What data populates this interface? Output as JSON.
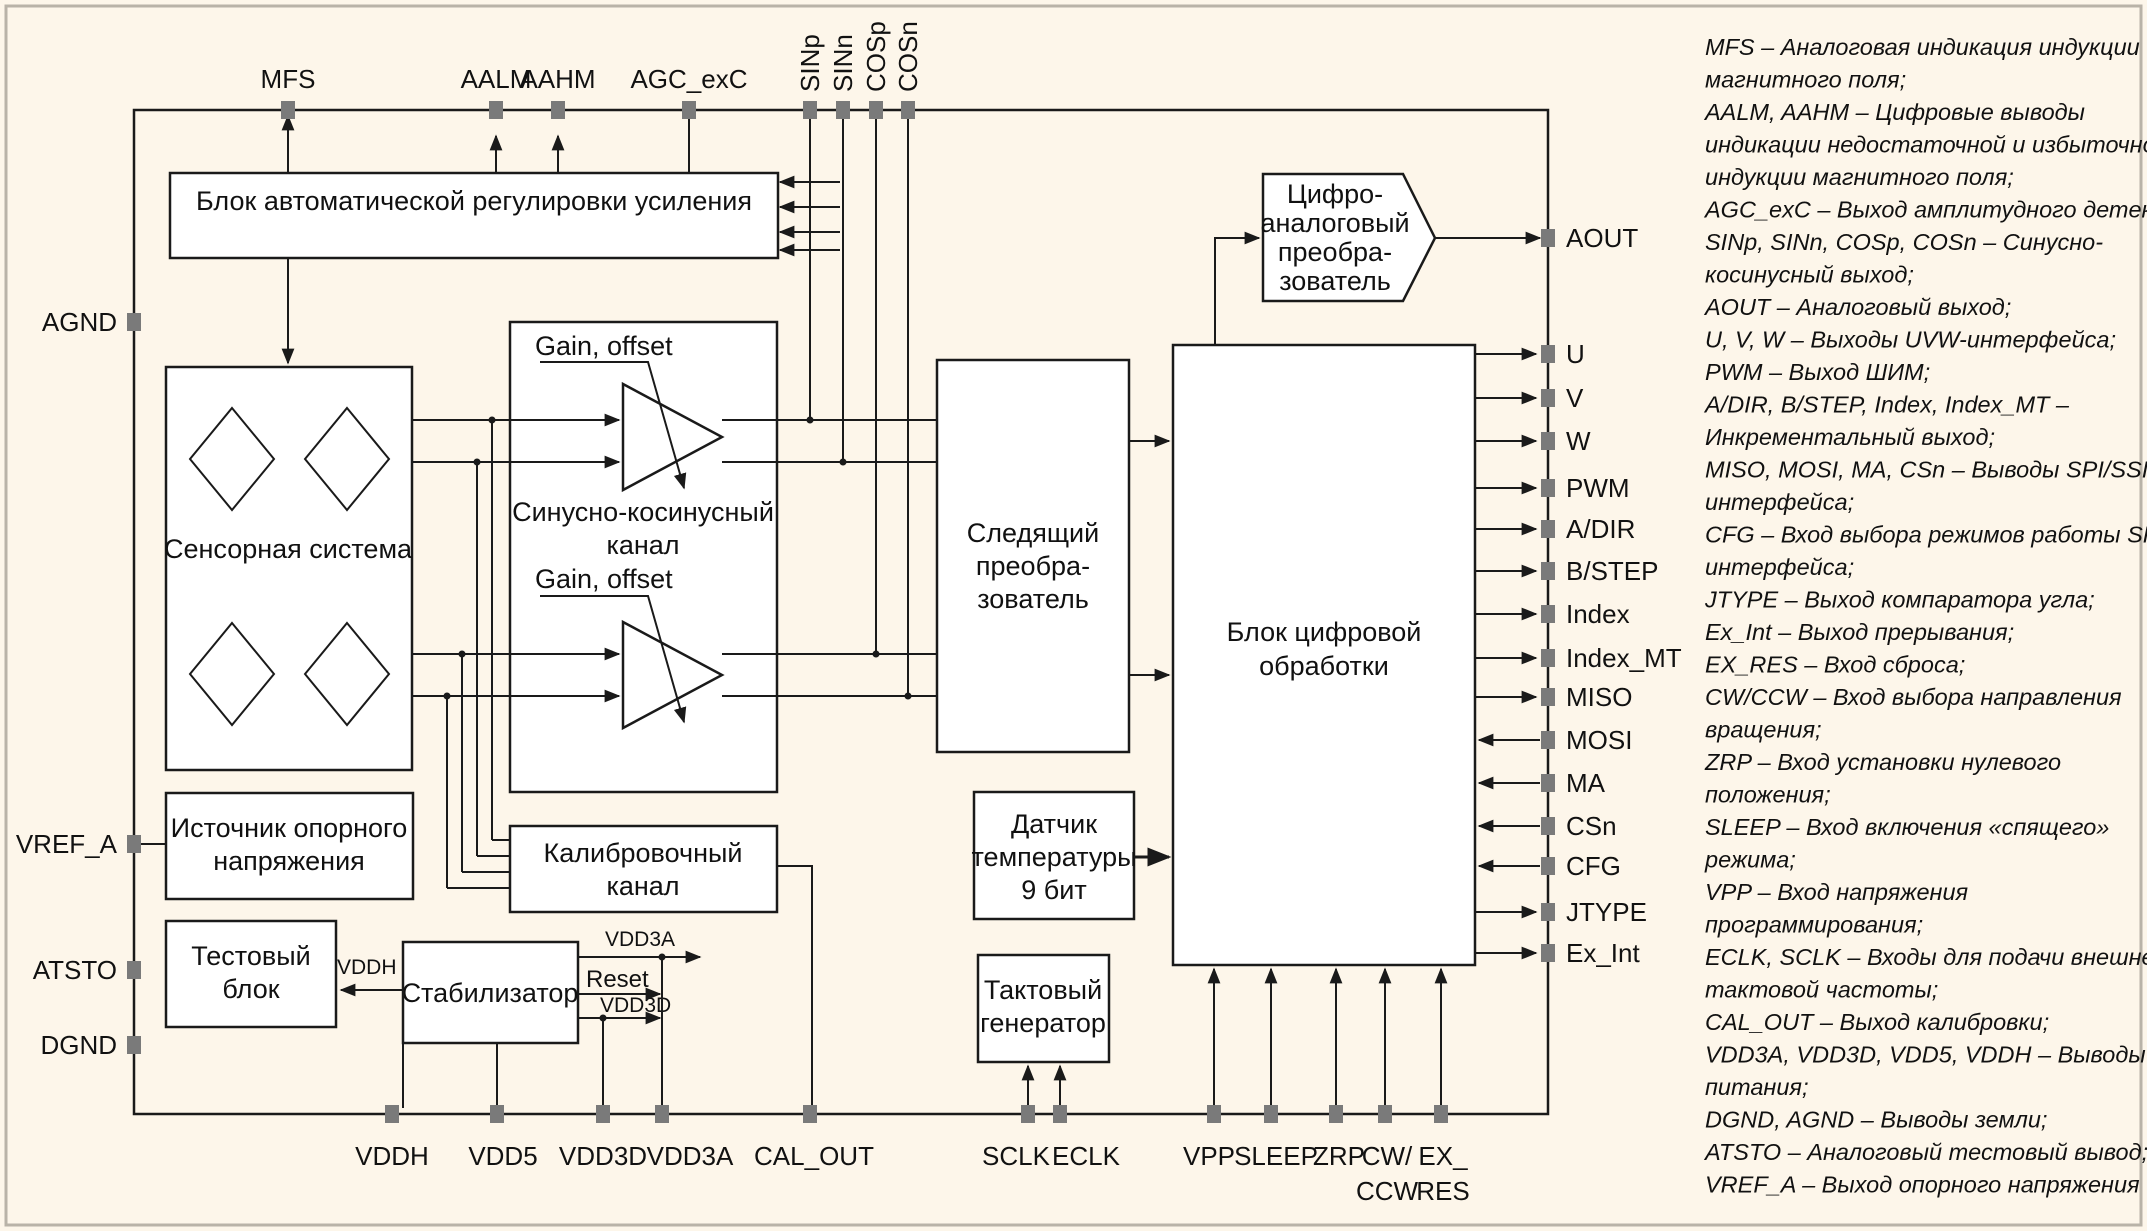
{
  "pins": {
    "top": [
      "MFS",
      "AALM",
      "AAHM",
      "AGC_exC",
      "SINp",
      "SINn",
      "COSp",
      "COSn"
    ],
    "left": [
      "AGND",
      "VREF_A",
      "ATSTO",
      "DGND"
    ],
    "right": [
      "AOUT",
      "U",
      "V",
      "W",
      "PWM",
      "A/DIR",
      "B/STEP",
      "Index",
      "Index_MT",
      "MISO",
      "MOSI",
      "MA",
      "CSn",
      "CFG",
      "JTYPE",
      "Ex_Int"
    ],
    "bottom": [
      "VDDH",
      "VDD5",
      "VDD3D",
      "VDD3A",
      "CAL_OUT",
      "SCLK",
      "ECLK",
      "VPP",
      "SLEEP",
      "ZRP",
      "CW/",
      "CCW",
      "EX_",
      "RES"
    ]
  },
  "blocks": {
    "agc": "Блок автоматической регулировки усиления",
    "sensor": "Сенсорная система",
    "sincos": [
      "Синусно-косинусный",
      "канал"
    ],
    "gain1": "Gain, offset",
    "gain2": "Gain, offset",
    "tracker": [
      "Следящий",
      "преобра-",
      "зователь"
    ],
    "dsp": [
      "Блок цифровой",
      "обработки"
    ],
    "dac": [
      "Цифро-",
      "аналоговый",
      "преобра-",
      "зователь"
    ],
    "vref": [
      "Источник опорного",
      "напряжения"
    ],
    "calib": [
      "Калибровочный",
      "канал"
    ],
    "temp": [
      "Датчик",
      "температуры",
      "9 бит"
    ],
    "test": [
      "Тестовый",
      "блок"
    ],
    "stab": "Стабилизатор",
    "clock": [
      "Тактовый",
      "генератор"
    ],
    "vddh_lbl": "VDDH",
    "vdd3a_lbl": "VDD3A",
    "reset_lbl": "Reset",
    "vdd3d_lbl": "VDD3D"
  },
  "legend": [
    "MFS – Аналоговая индикация индукции",
    "магнитного поля;",
    "AALM, AAHM – Цифровые выводы",
    "индикации недостаточной и избыточной",
    "индукции магнитного поля;",
    "AGC_exC – Выход амплитудного детектора;",
    "SINp, SINn, COSp, COSn – Синусно-",
    "косинусный выход;",
    "AOUT – Аналоговый выход;",
    "U, V, W – Выходы UVW-интерфейса;",
    "PWM – Выход ШИМ;",
    "A/DIR, B/STEP, Index, Index_MT –",
    "Инкрементальный выход;",
    "MISO, MOSI, MA, CSn – Выводы SPI/SSI-",
    "интерфейса;",
    "CFG – Вход выбора режимов работы SPI-",
    "интерфейса;",
    "JTYPE – Выход компаратора угла;",
    "Ex_Int – Выход прерывания;",
    "EX_RES – Вход сброса;",
    "CW/CCW – Вход выбора направления",
    "вращения;",
    "ZRP – Вход установки нулевого",
    "положения;",
    "SLEEP – Вход включения «спящего»",
    "режима;",
    "VPP – Вход напряжения",
    "программирования;",
    "ECLK, SCLK – Входы для подачи внешней",
    "тактовой частоты;",
    "CAL_OUT – Выход калибровки;",
    "VDD3A, VDD3D, VDD5, VDDH – Выводы",
    "питания;",
    "DGND, AGND – Выводы земли;",
    "ATSTO – Аналоговый тестовый вывод;",
    "VREF_A – Выход опорного напряжения"
  ],
  "colors": {
    "background": "#fdf6ea",
    "pin": "#7a7a7a",
    "line": "#1a1a1a",
    "frame": "#b9b3a8"
  }
}
